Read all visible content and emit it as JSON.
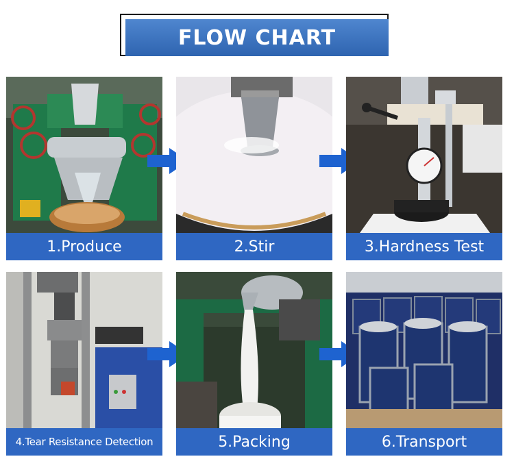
{
  "title": "FLOW CHART",
  "steps": [
    {
      "label": "1.Produce"
    },
    {
      "label": "2.Stir"
    },
    {
      "label": "3.Hardness Test"
    },
    {
      "label": "4.Tear Resistance Detection"
    },
    {
      "label": "5.Packing"
    },
    {
      "label": "6.Transport"
    }
  ],
  "colors": {
    "banner": "#3c73c0",
    "caption": "#2f67c2",
    "arrow": "#1e63d0"
  },
  "icons": [
    "arrow-right-icon"
  ]
}
